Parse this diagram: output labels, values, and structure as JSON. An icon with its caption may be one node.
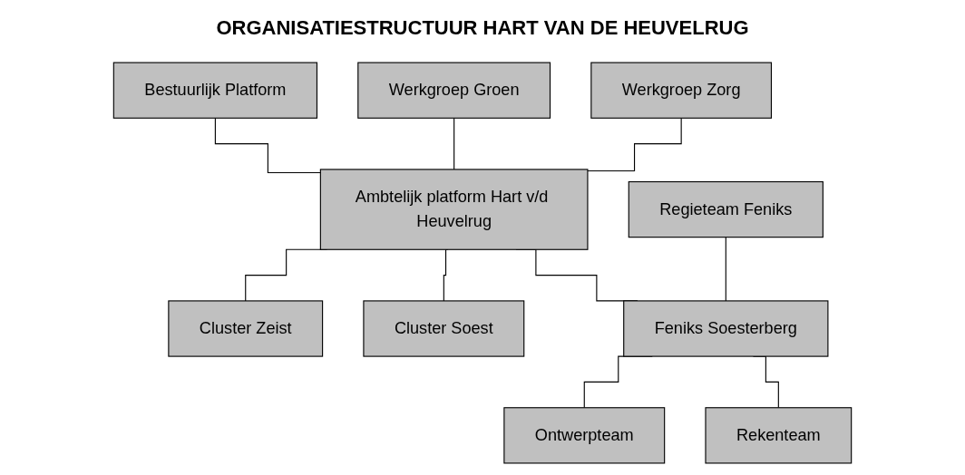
{
  "diagram": {
    "title": "ORGANISATIESTRUCTUUR HART VAN DE HEUVELRUG",
    "nodes": [
      {
        "text": [
          "Bestuurlijk Platform"
        ]
      },
      {
        "text": [
          "Regieteam Feniks"
        ]
      },
      {
        "text": [
          "Werkgroep Groen"
        ]
      },
      {
        "text": [
          "Ambtelijk platform Hart v/d Heuvelrug"
        ]
      },
      {
        "text": [
          "Werkgroep Zorg"
        ]
      },
      {
        "text": [
          "Cluster Zeist"
        ]
      },
      {
        "text": [
          "Cluster Soest"
        ]
      },
      {
        "text": [
          "Feniks Soesterberg"
        ]
      },
      {
        "text": [
          "Ontwerpteam"
        ]
      },
      {
        "text": [
          "Rekenteam"
        ]
      }
    ],
    "edges": [
      {
        "from": 0,
        "to": 3,
        "arrow": "none"
      },
      {
        "from": 2,
        "to": 3,
        "arrow": "none"
      },
      {
        "from": 4,
        "to": 3,
        "arrow": "none"
      },
      {
        "from": 3,
        "to": 5,
        "arrow": "none"
      },
      {
        "from": 3,
        "to": 6,
        "arrow": "none"
      },
      {
        "from": 3,
        "to": 7,
        "arrow": "none"
      },
      {
        "from": 1,
        "to": 7,
        "arrow": "none"
      },
      {
        "from": 7,
        "to": 8,
        "arrow": "none"
      },
      {
        "from": 7,
        "to": 9,
        "arrow": "none"
      }
    ]
  }
}
